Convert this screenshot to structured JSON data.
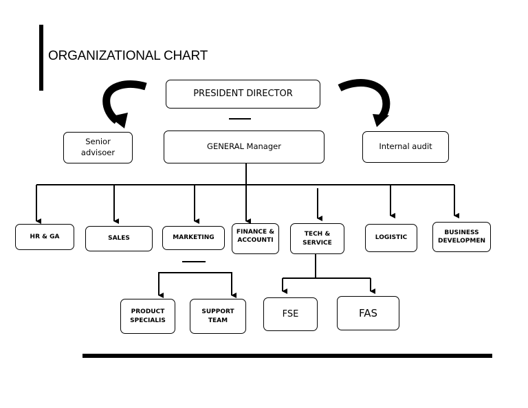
{
  "title": "ORGANIZATIONAL CHART",
  "nodes": {
    "president": "PRESIDENT DIRECTOR",
    "general_manager": "GENERAL Manager",
    "senior_advisor": "Senior\nadvisoer",
    "internal_audit": "Internal audit",
    "departments": [
      "HR & GA",
      "SALES",
      "MARKETING",
      "FINANCE &\nACCOUNTI",
      "TECH &\nSERVICE",
      "LOGISTIC",
      "BUSINESS\nDEVELOPMEN"
    ],
    "marketing_units": [
      "PRODUCT\nSPECIALIS",
      "SUPPORT\nTEAM"
    ],
    "tech_units": [
      "FSE",
      "FAS"
    ]
  }
}
